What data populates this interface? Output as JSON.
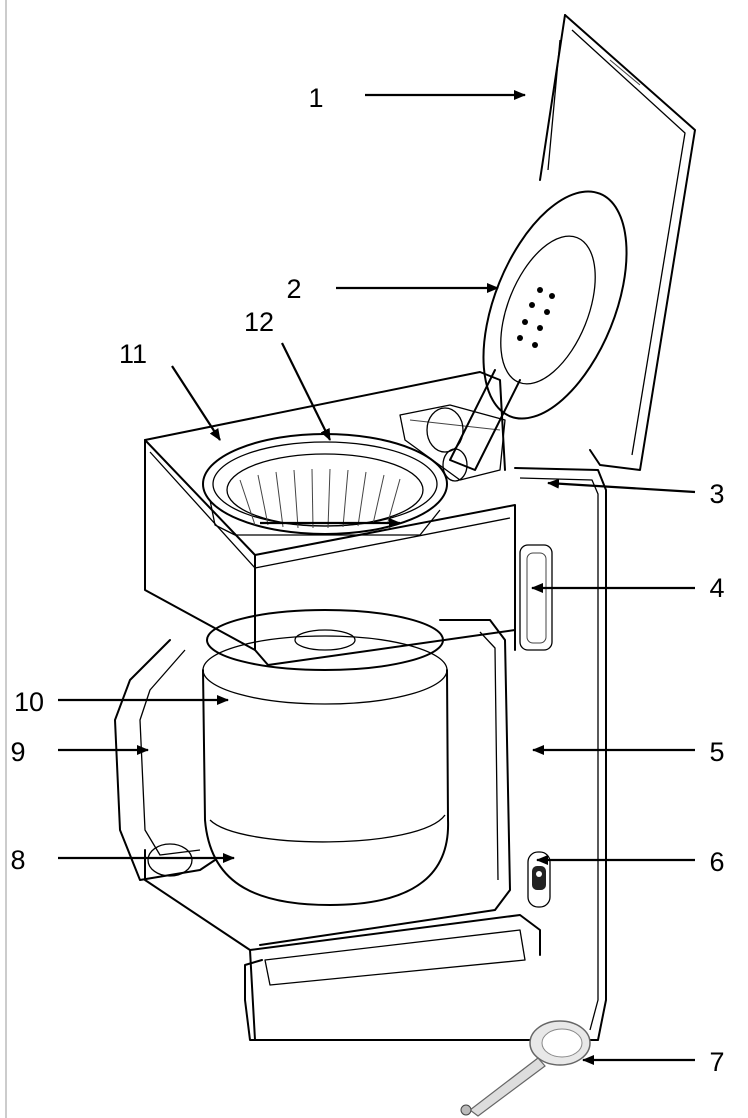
{
  "callouts": [
    {
      "num": "1"
    },
    {
      "num": "2"
    },
    {
      "num": "3"
    },
    {
      "num": "4"
    },
    {
      "num": "5"
    },
    {
      "num": "6"
    },
    {
      "num": "7"
    },
    {
      "num": "8"
    },
    {
      "num": "9"
    },
    {
      "num": "10"
    },
    {
      "num": "11"
    },
    {
      "num": "12"
    }
  ]
}
